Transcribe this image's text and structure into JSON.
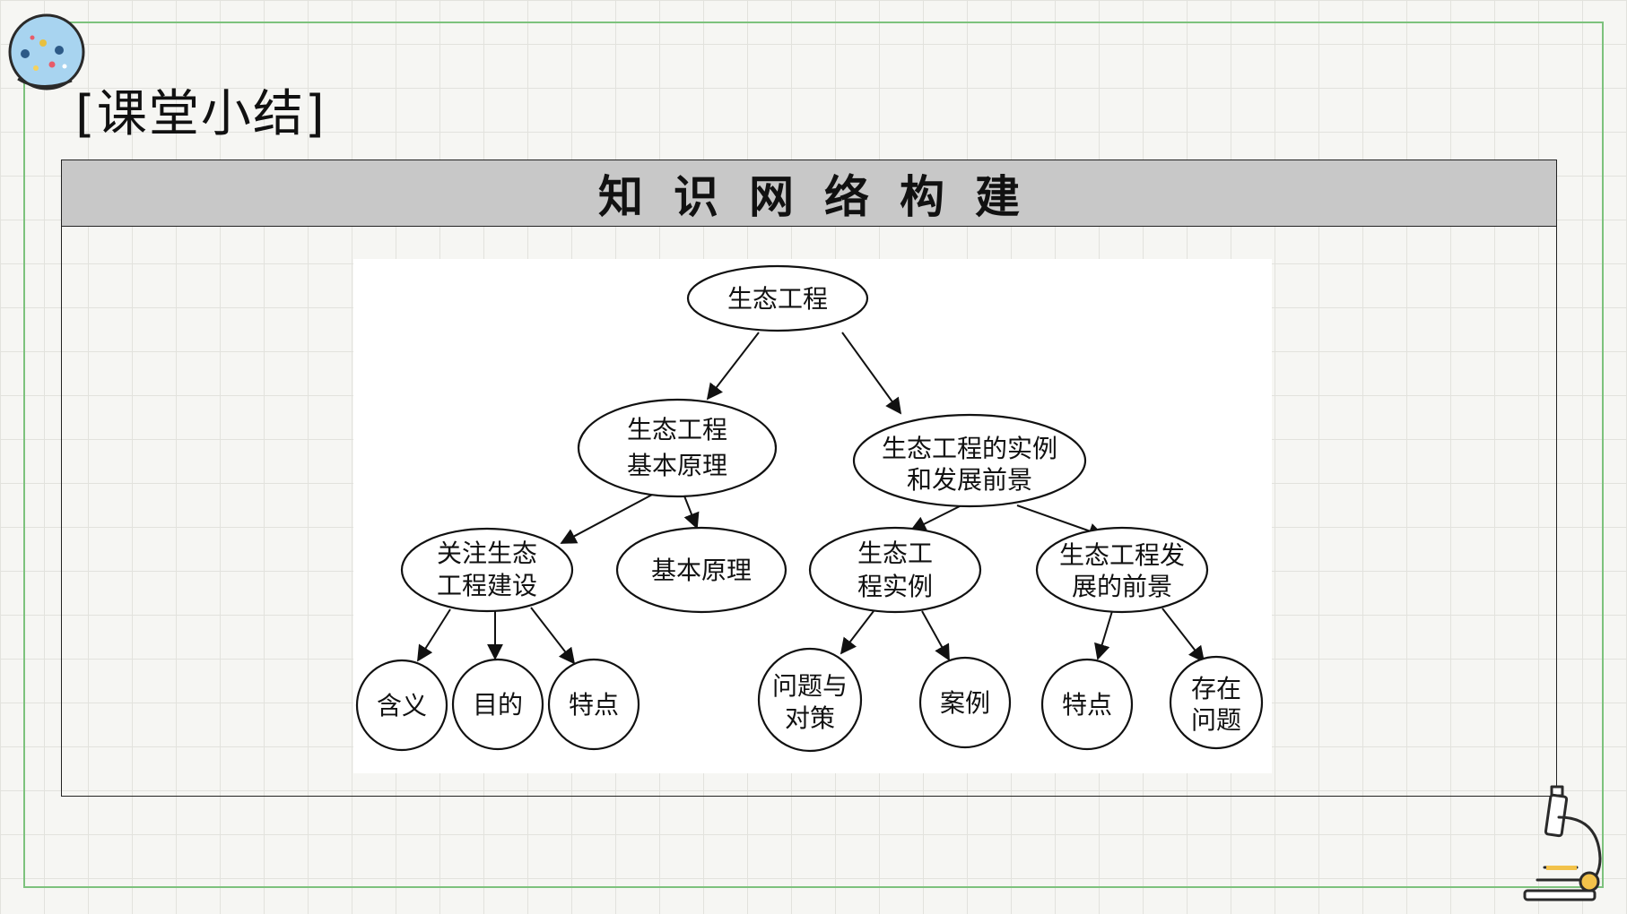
{
  "page_title": "[课堂小结]",
  "panel_header": "知识网络构建",
  "diagram": {
    "nodes": {
      "root": [
        "生态工程"
      ],
      "basic": [
        "生态工程",
        "基本原理"
      ],
      "examples": [
        "生态工程的实例",
        "和发展前景"
      ],
      "focus": [
        "关注生态",
        "工程建设"
      ],
      "principle": [
        "基本原理"
      ],
      "cases": [
        "生态工",
        "程实例"
      ],
      "future": [
        "生态工程发",
        "展的前景"
      ],
      "meaning": [
        "含义"
      ],
      "purpose": [
        "目的"
      ],
      "feature1": [
        "特点"
      ],
      "problems": [
        "问题与",
        "对策"
      ],
      "example_case": [
        "案例"
      ],
      "feature2": [
        "特点"
      ],
      "issues": [
        "存在",
        "问题"
      ]
    }
  },
  "icons": {
    "badge": "science-badge-icon",
    "microscope": "microscope-icon"
  },
  "colors": {
    "frame": "#7dc27d",
    "header": "#c8c8c8",
    "badge": "#a8d4f0"
  }
}
